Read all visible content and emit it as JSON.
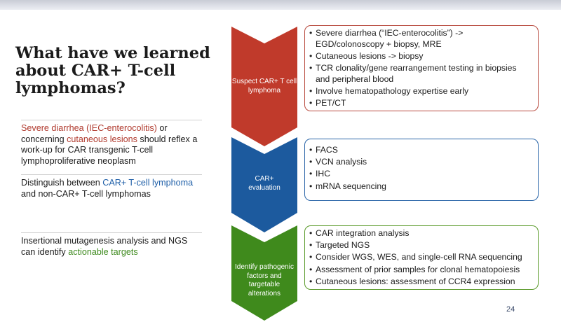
{
  "title": "What have we learned\nabout CAR+ T-cell\nlymphomas?",
  "left": {
    "b1": {
      "p1": "Severe diarrhea (IEC-enterocolitis)",
      "p2": " or concerning ",
      "p3": "cutaneous lesions",
      "p4": " should reflex a work-up for CAR transgenic T-cell lymphoproliferative neoplasm"
    },
    "b2": {
      "p1": "Distinguish between ",
      "p2": "CAR+ T-cell lymphoma",
      "p3": " and non-CAR+ T-cell lymphomas"
    },
    "b3": {
      "p1": "Insertional mutagenesis analysis and NGS can identify ",
      "p2": "actionable targets"
    }
  },
  "chevrons": [
    {
      "label": "Suspect CAR+ T cell lymphoma",
      "color": "#c03a2b"
    },
    {
      "label": "CAR+ evaluation",
      "color": "#1c5a9e"
    },
    {
      "label": "Identify pathogenic factors and targetable alterations",
      "color": "#3f8a1c"
    }
  ],
  "panels": [
    {
      "items": [
        "Severe diarrhea (“IEC-enterocolitis”) -> EGD/colonoscopy + biopsy, MRE",
        "Cutaneous lesions -> biopsy",
        "TCR clonality/gene rearrangement testing in biopsies and peripheral blood",
        "Involve hematopathology expertise early",
        "PET/CT"
      ]
    },
    {
      "items": [
        "FACS",
        "VCN analysis",
        "IHC",
        "mRNA sequencing"
      ]
    },
    {
      "items": [
        "CAR integration analysis",
        "Targeted NGS",
        "Consider WGS, WES, and single-cell RNA sequencing",
        "Assessment of prior samples for clonal hematopoiesis",
        "Cutaneous lesions: assessment of CCR4 expression"
      ]
    }
  ],
  "page_number": "24"
}
